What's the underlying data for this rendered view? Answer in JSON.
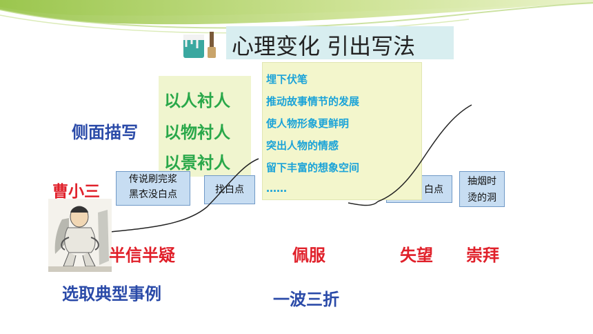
{
  "title": "心理变化 引出写法",
  "side_description": {
    "heading": "侧面描写",
    "methods": [
      "以人衬人",
      "以物衬人",
      "以景衬人"
    ]
  },
  "effects": [
    "埋下伏笔",
    "推动故事情节的发展",
    "使人物形象更鲜明",
    "突出人物的情感",
    "留下丰富的想象空间",
    "……"
  ],
  "character": "曹小三",
  "events": {
    "rumor_line1": "传说刷完浆",
    "rumor_line2": "黑衣没白点",
    "find1": "找白点",
    "find2": "白点",
    "hole_line1": "抽烟时",
    "hole_line2": "烫的洞"
  },
  "emotions": [
    "半信半疑",
    "佩服",
    "失望",
    "崇拜"
  ],
  "bottom": {
    "left": "选取典型事例",
    "center": "一波三折"
  },
  "colors": {
    "title_bg": "#d8eef0",
    "method_text": "#2aa84a",
    "effect_text": "#1ba3d8",
    "heading_text": "#2a4aa8",
    "emotion_text": "#e0202a",
    "card_bg": "#c7ddf2"
  }
}
